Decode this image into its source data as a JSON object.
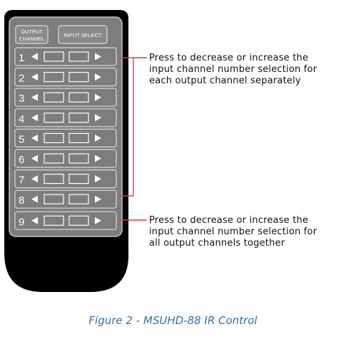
{
  "remote": {
    "output_channel_label_line1": "OUTPUT",
    "output_channel_label_line2": "CHANNEL",
    "input_select_label": "INPUT SELECT",
    "rows": [
      "1",
      "2",
      "3",
      "4",
      "5",
      "6",
      "7",
      "8",
      "9"
    ],
    "colors": {
      "body": "#000000",
      "panel": "#7d7d7d",
      "panel_border": "#b8b8b8",
      "callout_line": "#e03c3c"
    }
  },
  "annotations": {
    "individual": [
      "Press to decrease or increase the",
      "input channel number selection for",
      "each output channel separately"
    ],
    "all": [
      "Press to decrease or increase the",
      "input channel number selection for",
      "all output channels together"
    ]
  },
  "caption": "Figure 2 - MSUHD-88 IR Control"
}
